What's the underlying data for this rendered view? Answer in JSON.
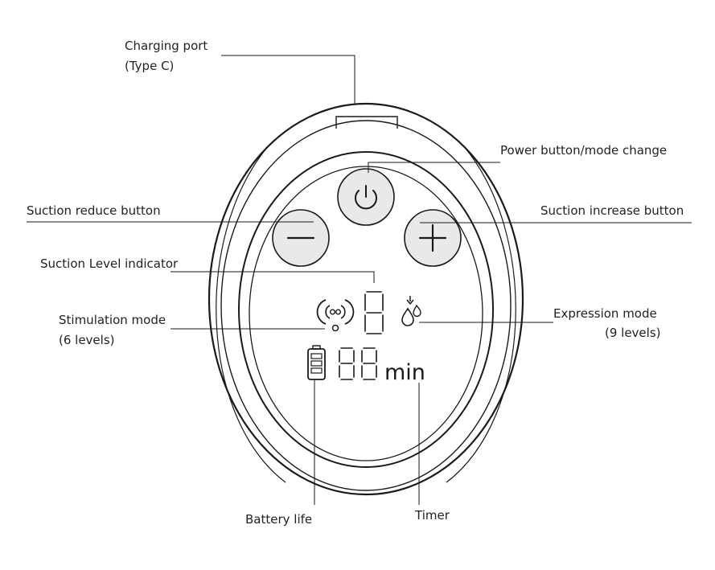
{
  "labels": {
    "charging_port_line1": "Charging port",
    "charging_port_line2": "(Type C)",
    "power_button": "Power button/mode change",
    "suction_reduce": "Suction reduce button",
    "suction_increase": "Suction increase button",
    "suction_level": "Suction Level indicator",
    "stimulation_line1": "Stimulation mode",
    "stimulation_line2": "(6 levels)",
    "expression_line1": "Expression mode",
    "expression_line2": "(9 levels)",
    "battery": "Battery life",
    "timer": "Timer"
  },
  "display": {
    "unit": "min"
  },
  "icons": {
    "power": "power-icon",
    "minus": "minus-icon",
    "plus": "plus-icon",
    "stimulation": "stimulation-icon",
    "expression": "droplet-icon",
    "battery": "battery-icon"
  },
  "colors": {
    "button_fill": "#e9e9e9",
    "line": "#1a1a1a"
  }
}
